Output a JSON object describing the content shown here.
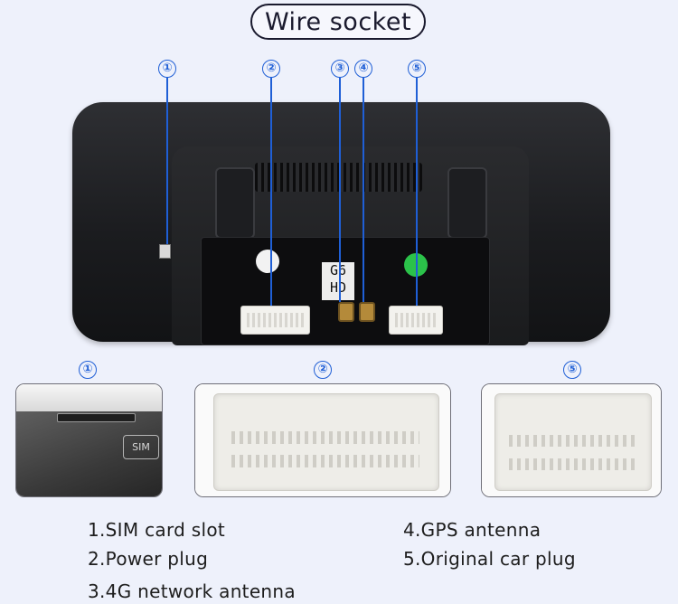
{
  "title": "Wire socket",
  "callouts": {
    "n1": "①",
    "n2": "②",
    "n3": "③",
    "n4": "④",
    "n5": "⑤"
  },
  "device": {
    "badge_line1": "G6",
    "badge_line2": "HD",
    "sim_label": "SIM"
  },
  "legend": [
    "1.SIM card slot",
    "2.Power plug",
    "3.4G network antenna",
    "4.GPS antenna",
    "5.Original car plug"
  ],
  "colors": {
    "accent": "#1f5fd6",
    "background": "#eef1fb",
    "device": "#1b1c1f"
  }
}
